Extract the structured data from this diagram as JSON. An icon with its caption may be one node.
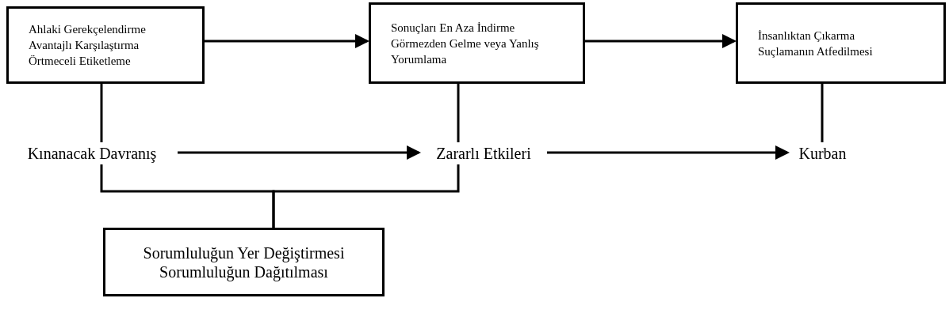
{
  "diagram": {
    "nodes": [
      {
        "text": [
          "Ahlaki Gerekçelendirme",
          "Avantajlı Karşılaştırma",
          "Örtmeceli Etiketleme"
        ]
      },
      {
        "text": [
          "Sonuçları En Aza İndirme",
          "Görmezden Gelme veya Yanlış Yorumlama"
        ]
      },
      {
        "text": [
          "İnsanlıktan Çıkarma",
          "Suçlamanın Atfedilmesi"
        ]
      },
      {
        "text": [
          "Kınanacak Davranış"
        ]
      },
      {
        "text": [
          "Zararlı Etkileri"
        ]
      },
      {
        "text": [
          "Kurban"
        ]
      },
      {
        "text": [
          "Sorumluluğun Yer Değiştirmesi",
          "Sorumluluğun Dağıtılması"
        ]
      }
    ],
    "edges": [
      {
        "from": 0,
        "to": 1,
        "arrow": "to"
      },
      {
        "from": 1,
        "to": 2,
        "arrow": "to"
      },
      {
        "from": 0,
        "to": 3,
        "arrow": "none"
      },
      {
        "from": 1,
        "to": 4,
        "arrow": "none"
      },
      {
        "from": 2,
        "to": 5,
        "arrow": "none"
      },
      {
        "from": 3,
        "to": 4,
        "arrow": "to"
      },
      {
        "from": 4,
        "to": 5,
        "arrow": "to"
      },
      {
        "from": 3,
        "to": 6,
        "arrow": "none"
      },
      {
        "from": 4,
        "to": 6,
        "arrow": "none"
      }
    ]
  }
}
